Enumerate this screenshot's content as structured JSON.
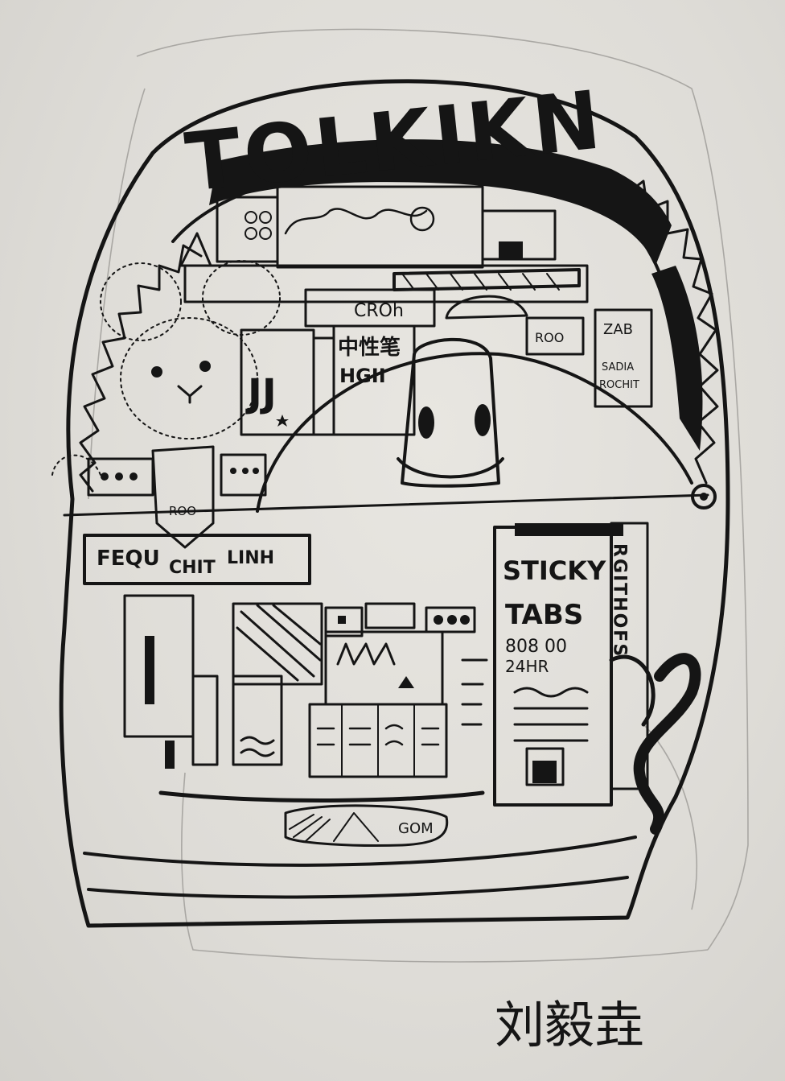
{
  "artwork": {
    "brand": "TOLKIKN",
    "labels": {
      "tag_left": "FEQU",
      "tag_mid": "CHIT",
      "tag_right": "LINH",
      "badge": "ROO",
      "pin_badge": "ROO",
      "box_letters": "JJ",
      "book_cn": "中性笔",
      "book_code": "HGII",
      "book_top": "CROh",
      "zab": "ZAB",
      "sadia": "SADIA",
      "rochit": "ROCHIT",
      "sticky_line1": "STICKY",
      "sticky_line2": "TABS",
      "sticky_line3": "808 00",
      "sticky_line4": "24HR",
      "side_vertical": "RGITHOFS",
      "pocket_tag": "GOM"
    },
    "signature": "刘毅垚"
  }
}
